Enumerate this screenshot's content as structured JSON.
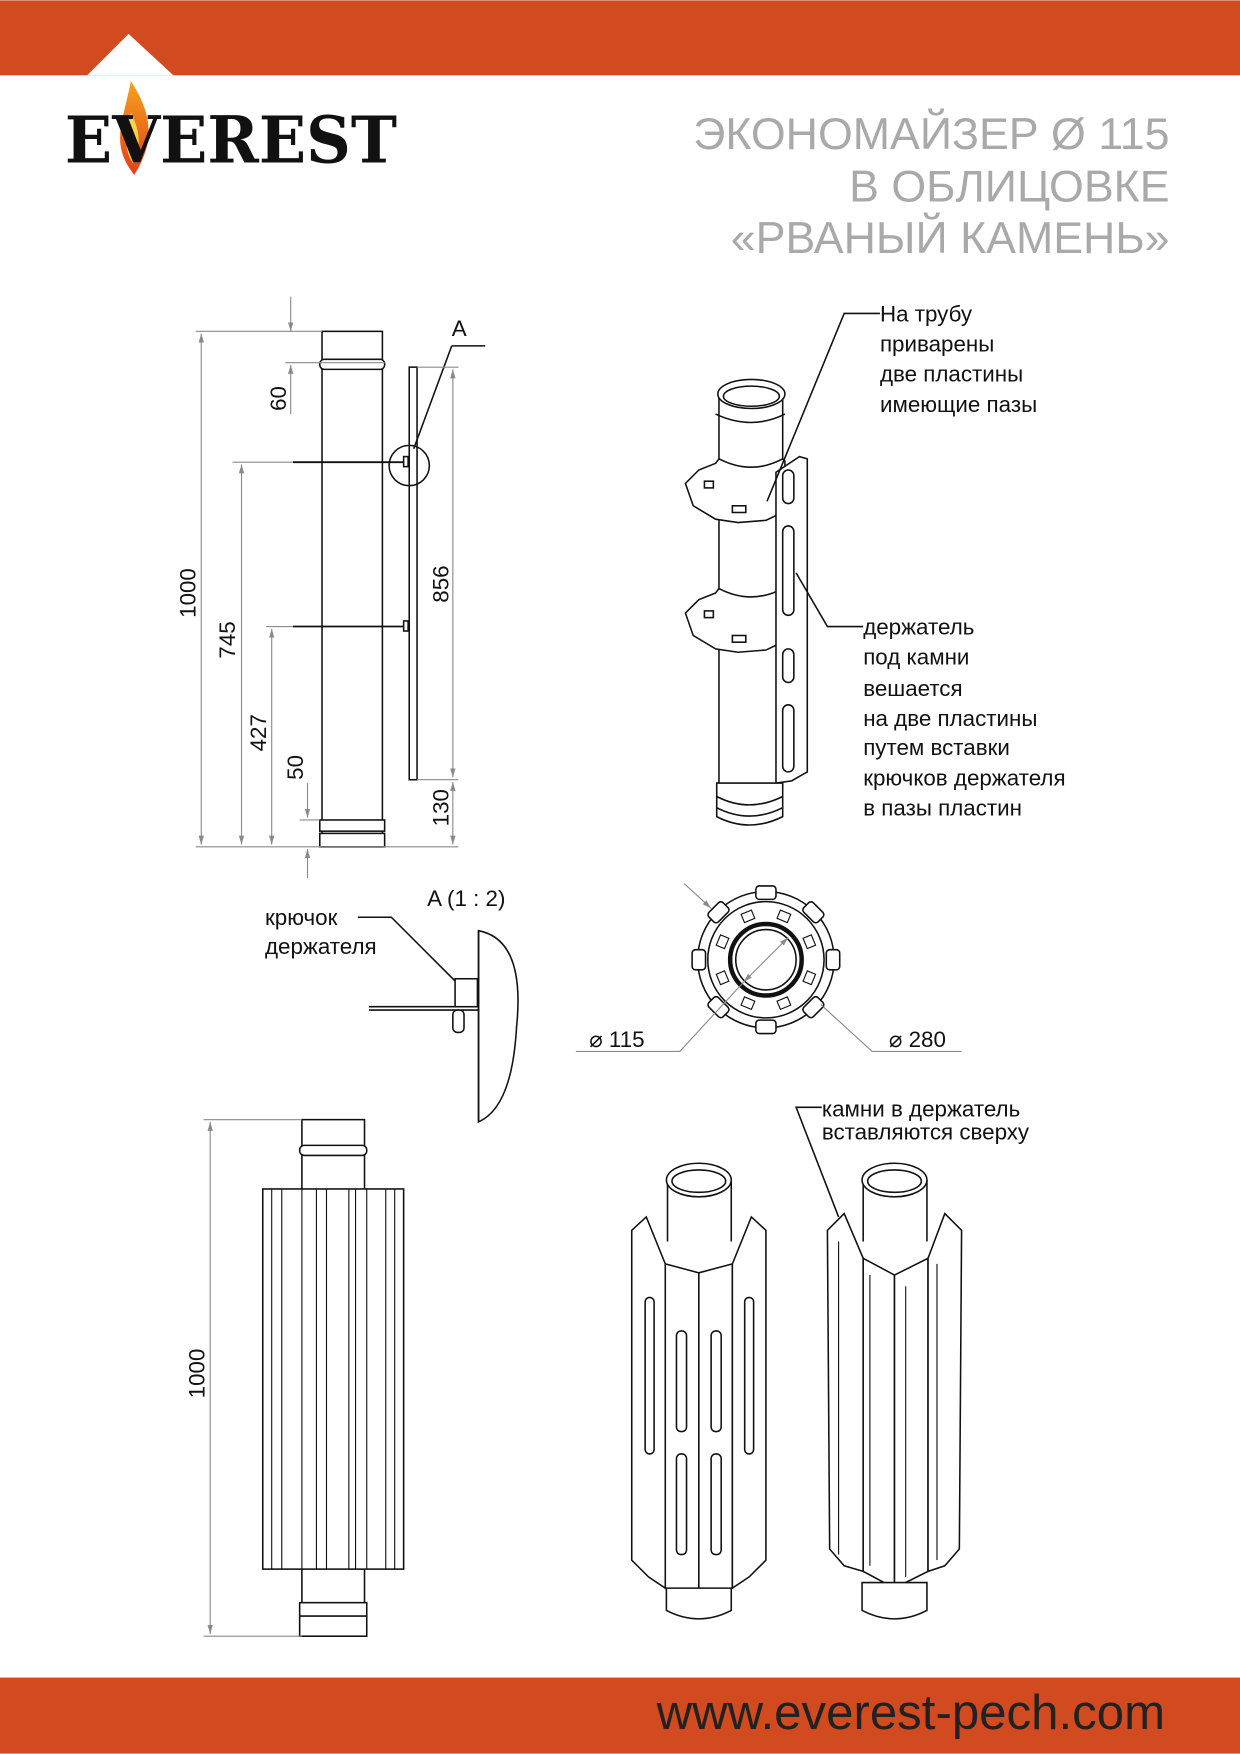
{
  "colors": {
    "brand": "#D14A20",
    "title": "#A9A9A9",
    "ink": "#111111"
  },
  "logo": {
    "text": "EVEREST"
  },
  "title": {
    "line1": "ЭКОНОМАЙЗЕР Ø 115",
    "line2": "В ОБЛИЦОВКЕ",
    "line3": "«РВАНЫЙ КАМЕНЬ»"
  },
  "drawing_side": {
    "dims": {
      "top_collar": "60",
      "total": "1000",
      "upper_plate": "745",
      "lower_plate": "427",
      "bottom_ring": "50",
      "holder": "856",
      "holder_offset": "130"
    },
    "detail_marker": "A"
  },
  "drawing_iso": {
    "note_plates": [
      "На трубу",
      "приварены",
      "две пластины",
      "имеющие пазы"
    ],
    "note_holder": [
      "держатель",
      "под камни",
      "вешается",
      "на две пластины",
      "путем вставки",
      "крючков держателя",
      "в пазы пластин"
    ]
  },
  "detail_a": {
    "title": "A (1 : 2)",
    "label": [
      "крючок",
      "держателя"
    ]
  },
  "top_view": {
    "inner_diameter": "⌀ 115",
    "outer_diameter": "⌀ 280"
  },
  "drawing_clad": {
    "dim_total": "1000"
  },
  "drawing_stones": {
    "note": [
      "камни в держатель",
      "вставляются сверху"
    ]
  },
  "footer": {
    "url": "www.everest-pech.com"
  }
}
